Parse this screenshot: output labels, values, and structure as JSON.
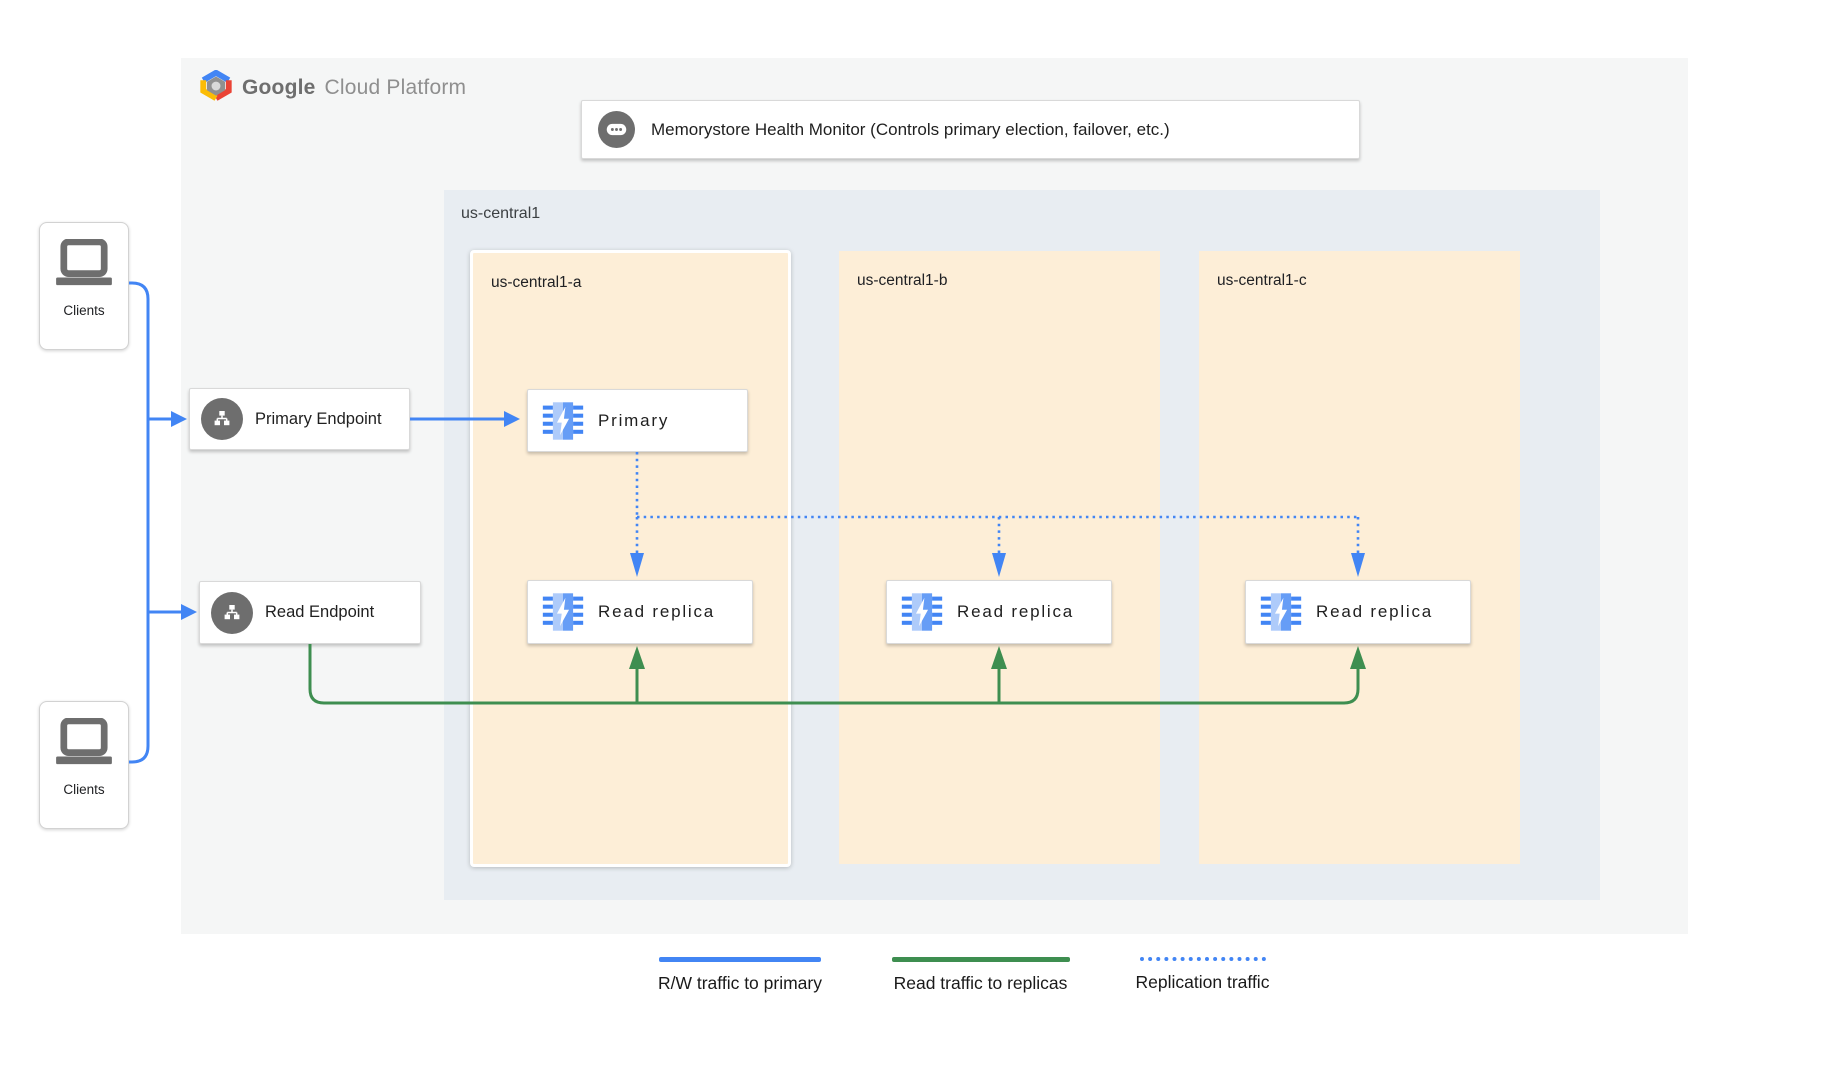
{
  "brand": {
    "bold": "Google",
    "light": "Cloud Platform"
  },
  "health_monitor": {
    "label": "Memorystore Health Monitor (Controls primary election, failover, etc.)",
    "icon": "chat-ellipsis-icon"
  },
  "region": {
    "label": "us-central1",
    "zones": [
      {
        "label": "us-central1-a",
        "highlighted": true
      },
      {
        "label": "us-central1-b",
        "highlighted": false
      },
      {
        "label": "us-central1-c",
        "highlighted": false
      }
    ]
  },
  "nodes": {
    "primary": {
      "label": "Primary",
      "icon": "memorystore-icon",
      "zone": "us-central1-a"
    },
    "replica_a": {
      "label": "Read replica",
      "icon": "memorystore-icon",
      "zone": "us-central1-a"
    },
    "replica_b": {
      "label": "Read replica",
      "icon": "memorystore-icon",
      "zone": "us-central1-b"
    },
    "replica_c": {
      "label": "Read replica",
      "icon": "memorystore-icon",
      "zone": "us-central1-c"
    }
  },
  "endpoints": {
    "primary": {
      "label": "Primary Endpoint",
      "icon": "network-endpoint-icon"
    },
    "read": {
      "label": "Read Endpoint",
      "icon": "network-endpoint-icon"
    }
  },
  "clients": {
    "top": {
      "label": "Clients",
      "icon": "laptop-icon"
    },
    "bottom": {
      "label": "Clients",
      "icon": "laptop-icon"
    }
  },
  "legend": {
    "items": [
      {
        "label": "R/W traffic to primary",
        "style": "solid",
        "color": "#4285f4"
      },
      {
        "label": "Read traffic to replicas",
        "style": "solid",
        "color": "#3e8e50"
      },
      {
        "label": "Replication traffic",
        "style": "dotted",
        "color": "#4285f4"
      }
    ]
  },
  "colors": {
    "blue_traffic": "#4285f4",
    "green_traffic": "#3e8e50",
    "panel_bg": "#f5f6f6",
    "region_bg": "#e8edf2",
    "zone_bg": "#fdeed7",
    "icon_gray": "#6e6e6e"
  }
}
